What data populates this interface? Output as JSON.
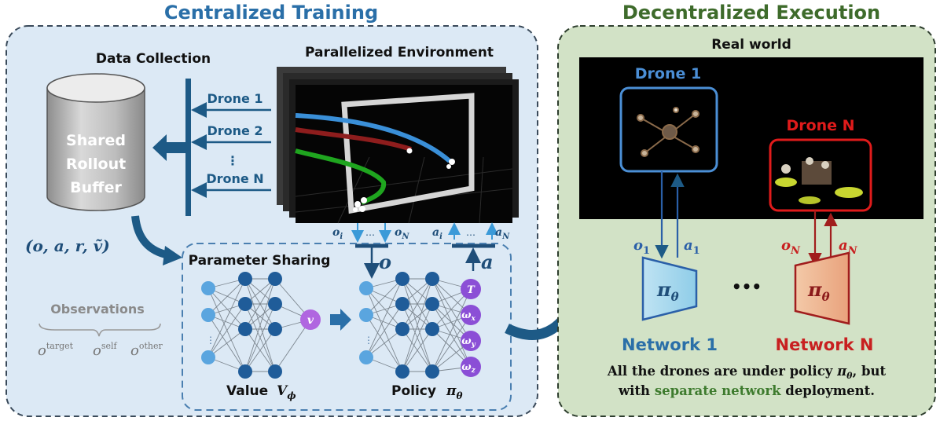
{
  "titles": {
    "left": "Centralized Training",
    "right": "Decentralized Execution",
    "left_color": "#2a6fa8",
    "right_color": "#3e6b2b"
  },
  "left_panel": {
    "data_collection": "Data Collection",
    "parallelized_environment": "Parallelized Environment",
    "buffer_lines": [
      "Shared",
      "Rollout",
      "Buffer"
    ],
    "drones": [
      "Drone 1",
      "Drone 2",
      "⋮",
      "Drone N"
    ],
    "tuple_label": "(o, a, r, ṽ)",
    "parameter_sharing": "Parameter Sharing",
    "value_label": "Value",
    "value_symbol": "V",
    "value_sub": "ϕ",
    "policy_label": "Policy",
    "policy_symbol": "π",
    "policy_sub": "θ",
    "v_node": "v",
    "o_big": "o",
    "a_big": "a",
    "obs_strip": {
      "o_left": "o",
      "o_left_sub": "i",
      "dots": "…",
      "o_right": "o",
      "o_right_sub": "N",
      "a_left": "a",
      "a_left_sub": "i",
      "a_right": "a",
      "a_right_sub": "N"
    },
    "outputs": [
      {
        "main": "T",
        "sub": ""
      },
      {
        "main": "ω",
        "sub": "x"
      },
      {
        "main": "ω",
        "sub": "y"
      },
      {
        "main": "ω",
        "sub": "z"
      }
    ],
    "observations_title": "Observations",
    "observations_terms": [
      {
        "main": "o",
        "sup": "target"
      },
      {
        "main": "o",
        "sup": "self"
      },
      {
        "main": "o",
        "sup": "other"
      }
    ]
  },
  "right_panel": {
    "real_world": "Real world",
    "drone_1": "Drone 1",
    "drone_n": "Drone N",
    "o1": "o",
    "o1_sub": "1",
    "a1": "a",
    "a1_sub": "1",
    "oN": "o",
    "oN_sub": "N",
    "aN": "a",
    "aN_sub": "N",
    "pi": "π",
    "pi_sub": "θ",
    "ellipsis": "•••",
    "network_1": "Network 1",
    "network_n": "Network N",
    "caption_line1_a": "All the drones are under policy ",
    "caption_pi": "π",
    "caption_pi_sub": "θ",
    "caption_line1_b": ", but",
    "caption_line2_a": "with ",
    "caption_highlight": "separate network",
    "caption_line2_b": " deployment.",
    "drone_1_color": "#4b8fd6",
    "drone_n_color": "#e01b1b",
    "highlight_color": "#3e7b2e"
  }
}
